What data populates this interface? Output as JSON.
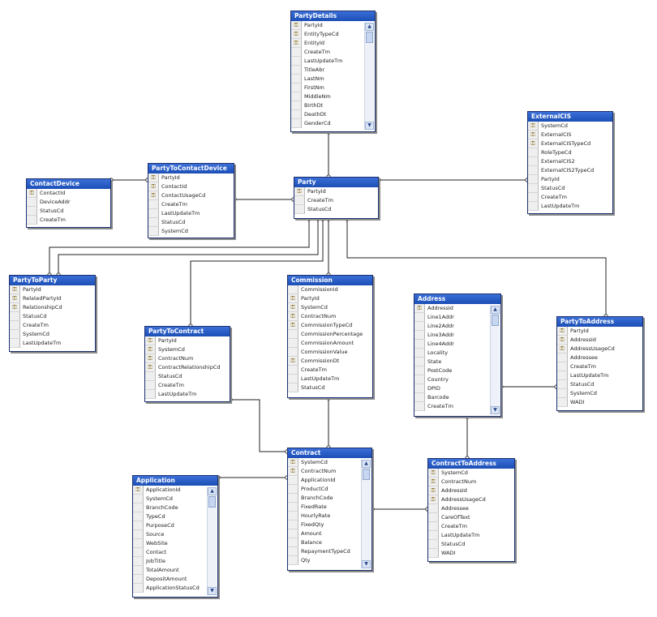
{
  "diagram": {
    "key_icon": "key-icon",
    "tables": [
      {
        "id": "partydetails",
        "title": "PartyDetails",
        "rows": [
          {
            "n": "PartyId",
            "k": true
          },
          {
            "n": "EntityTypeCd",
            "k": true
          },
          {
            "n": "EntityId",
            "k": true
          },
          {
            "n": "CreateTm",
            "k": false
          },
          {
            "n": "LastUpdateTm",
            "k": false
          },
          {
            "n": "TitleAbr",
            "k": false
          },
          {
            "n": "LastNm",
            "k": false
          },
          {
            "n": "FirstNm",
            "k": false
          },
          {
            "n": "MiddleNm",
            "k": false
          },
          {
            "n": "BirthDt",
            "k": false
          },
          {
            "n": "DeathDt",
            "k": false
          },
          {
            "n": "GenderCd",
            "k": false
          }
        ],
        "scrollable": true
      },
      {
        "id": "externalcis",
        "title": "ExternalCIS",
        "rows": [
          {
            "n": "SystemCd",
            "k": true
          },
          {
            "n": "ExternalCIS",
            "k": true
          },
          {
            "n": "ExternalCISTypeCd",
            "k": true
          },
          {
            "n": "RoleTypeCd",
            "k": false
          },
          {
            "n": "ExternalCIS2",
            "k": false
          },
          {
            "n": "ExternalCIS2TypeCd",
            "k": false
          },
          {
            "n": "PartyId",
            "k": false
          },
          {
            "n": "StatusCd",
            "k": false
          },
          {
            "n": "CreateTm",
            "k": false
          },
          {
            "n": "LastUpdateTm",
            "k": false
          }
        ],
        "scrollable": false
      },
      {
        "id": "contactdevice",
        "title": "ContactDevice",
        "rows": [
          {
            "n": "ContactId",
            "k": true
          },
          {
            "n": "DeviceAddr",
            "k": false
          },
          {
            "n": "StatusCd",
            "k": false
          },
          {
            "n": "CreateTm",
            "k": false
          }
        ],
        "scrollable": false
      },
      {
        "id": "partytocontactdevice",
        "title": "PartyToContactDevice",
        "rows": [
          {
            "n": "PartyId",
            "k": true
          },
          {
            "n": "ContactId",
            "k": true
          },
          {
            "n": "ContactUsageCd",
            "k": true
          },
          {
            "n": "CreateTm",
            "k": false
          },
          {
            "n": "LastUpdateTm",
            "k": false
          },
          {
            "n": "StatusCd",
            "k": false
          },
          {
            "n": "SystemCd",
            "k": false
          }
        ],
        "scrollable": false
      },
      {
        "id": "party",
        "title": "Party",
        "rows": [
          {
            "n": "PartyId",
            "k": true
          },
          {
            "n": "CreateTm",
            "k": false
          },
          {
            "n": "StatusCd",
            "k": false
          }
        ],
        "scrollable": false
      },
      {
        "id": "partytoparty",
        "title": "PartyToParty",
        "rows": [
          {
            "n": "PartyId",
            "k": true
          },
          {
            "n": "RelatedPartyId",
            "k": true
          },
          {
            "n": "RelationshipCd",
            "k": true
          },
          {
            "n": "StatusCd",
            "k": false
          },
          {
            "n": "CreateTm",
            "k": false
          },
          {
            "n": "SystemCd",
            "k": false
          },
          {
            "n": "LastUpdateTm",
            "k": false
          }
        ],
        "scrollable": false
      },
      {
        "id": "commission",
        "title": "Commission",
        "rows": [
          {
            "n": "CommissionId",
            "k": false
          },
          {
            "n": "PartyId",
            "k": true
          },
          {
            "n": "SystemCd",
            "k": true
          },
          {
            "n": "ContractNum",
            "k": true
          },
          {
            "n": "CommissionTypeCd",
            "k": true
          },
          {
            "n": "CommissionPercentage",
            "k": false
          },
          {
            "n": "CommissionAmount",
            "k": false
          },
          {
            "n": "CommissionValue",
            "k": false
          },
          {
            "n": "CommissionDt",
            "k": true
          },
          {
            "n": "CreateTm",
            "k": false
          },
          {
            "n": "LastUpdateTm",
            "k": false
          },
          {
            "n": "StatusCd",
            "k": false
          }
        ],
        "scrollable": false
      },
      {
        "id": "partytocontract",
        "title": "PartyToContract",
        "rows": [
          {
            "n": "PartyId",
            "k": true
          },
          {
            "n": "SystemCd",
            "k": true
          },
          {
            "n": "ContractNum",
            "k": true
          },
          {
            "n": "ContractRelationshipCd",
            "k": true
          },
          {
            "n": "StatusCd",
            "k": false
          },
          {
            "n": "CreateTm",
            "k": false
          },
          {
            "n": "LastUpdateTm",
            "k": false
          }
        ],
        "scrollable": false
      },
      {
        "id": "address",
        "title": "Address",
        "rows": [
          {
            "n": "AddressId",
            "k": true
          },
          {
            "n": "Line1Addr",
            "k": false
          },
          {
            "n": "Line2Addr",
            "k": false
          },
          {
            "n": "Line3Addr",
            "k": false
          },
          {
            "n": "Line4Addr",
            "k": false
          },
          {
            "n": "Locality",
            "k": false
          },
          {
            "n": "State",
            "k": false
          },
          {
            "n": "PostCode",
            "k": false
          },
          {
            "n": "Country",
            "k": false
          },
          {
            "n": "DPID",
            "k": false
          },
          {
            "n": "Barcode",
            "k": false
          },
          {
            "n": "CreateTm",
            "k": false
          }
        ],
        "scrollable": true
      },
      {
        "id": "partytoaddress",
        "title": "PartyToAddress",
        "rows": [
          {
            "n": "PartyId",
            "k": true
          },
          {
            "n": "AddressId",
            "k": true
          },
          {
            "n": "AddressUsageCd",
            "k": true
          },
          {
            "n": "Addressee",
            "k": false
          },
          {
            "n": "CreateTm",
            "k": false
          },
          {
            "n": "LastUpdateTm",
            "k": false
          },
          {
            "n": "StatusCd",
            "k": false
          },
          {
            "n": "SystemCd",
            "k": false
          },
          {
            "n": "WADI",
            "k": false
          }
        ],
        "scrollable": false
      },
      {
        "id": "contract",
        "title": "Contract",
        "rows": [
          {
            "n": "SystemCd",
            "k": true
          },
          {
            "n": "ContractNum",
            "k": true
          },
          {
            "n": "ApplicationId",
            "k": false
          },
          {
            "n": "ProductCd",
            "k": false
          },
          {
            "n": "BranchCode",
            "k": false
          },
          {
            "n": "FixedRate",
            "k": false
          },
          {
            "n": "HourlyRate",
            "k": false
          },
          {
            "n": "FixedQty",
            "k": false
          },
          {
            "n": "Amount",
            "k": false
          },
          {
            "n": "Balance",
            "k": false
          },
          {
            "n": "RepaymentTypeCd",
            "k": false
          },
          {
            "n": "Qty",
            "k": false
          }
        ],
        "scrollable": true
      },
      {
        "id": "contracttoaddress",
        "title": "ContractToAddress",
        "rows": [
          {
            "n": "SystemCd",
            "k": true
          },
          {
            "n": "ContractNum",
            "k": true
          },
          {
            "n": "AddressId",
            "k": true
          },
          {
            "n": "AddressUsageCd",
            "k": true
          },
          {
            "n": "Addressee",
            "k": false
          },
          {
            "n": "CareOfText",
            "k": false
          },
          {
            "n": "CreateTm",
            "k": false
          },
          {
            "n": "LastUpdateTm",
            "k": false
          },
          {
            "n": "StatusCd",
            "k": false
          },
          {
            "n": "WADI",
            "k": false
          }
        ],
        "scrollable": false
      },
      {
        "id": "application",
        "title": "Application",
        "rows": [
          {
            "n": "ApplicationId",
            "k": true
          },
          {
            "n": "SystemCd",
            "k": false
          },
          {
            "n": "BranchCode",
            "k": false
          },
          {
            "n": "TypeCd",
            "k": false
          },
          {
            "n": "PurposeCd",
            "k": false
          },
          {
            "n": "Source",
            "k": false
          },
          {
            "n": "WebSite",
            "k": false
          },
          {
            "n": "Contact",
            "k": false
          },
          {
            "n": "JobTitle",
            "k": false
          },
          {
            "n": "TotalAmount",
            "k": false
          },
          {
            "n": "DepositAmount",
            "k": false
          },
          {
            "n": "ApplicationStatusCd",
            "k": false
          }
        ],
        "scrollable": true
      }
    ]
  }
}
